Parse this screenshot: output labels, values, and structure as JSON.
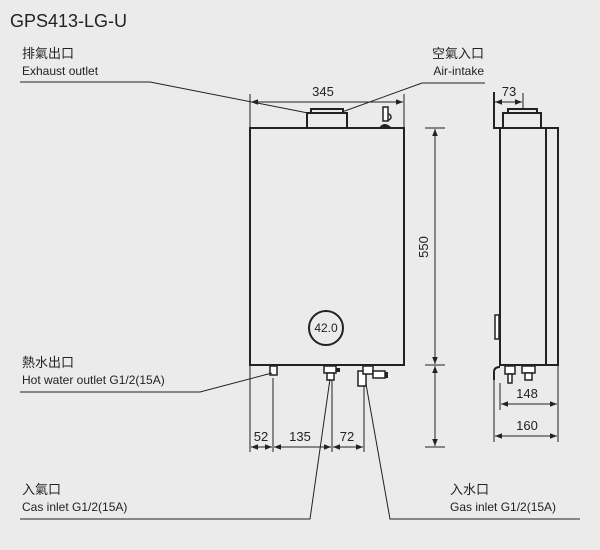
{
  "title": "GPS413-LG-U",
  "labels": {
    "exhaust_cn": "排氣出口",
    "exhaust_en": "Exhaust outlet",
    "air_cn": "空氣入口",
    "air_en": "Air-intake",
    "hot_cn": "熱水出口",
    "hot_en": "Hot water outlet G1/2(15A)",
    "gas_cn": "入氣口",
    "gas_en": "Cas inlet G1/2(15A)",
    "water_cn": "入水口",
    "water_en": "Gas inlet G1/2(15A)"
  },
  "dimensions": {
    "width": "345",
    "height": "550",
    "side_top": "73",
    "side_148": "148",
    "side_160": "160",
    "bottom_52": "52",
    "bottom_135": "135",
    "bottom_72": "72"
  },
  "display": "42.0"
}
